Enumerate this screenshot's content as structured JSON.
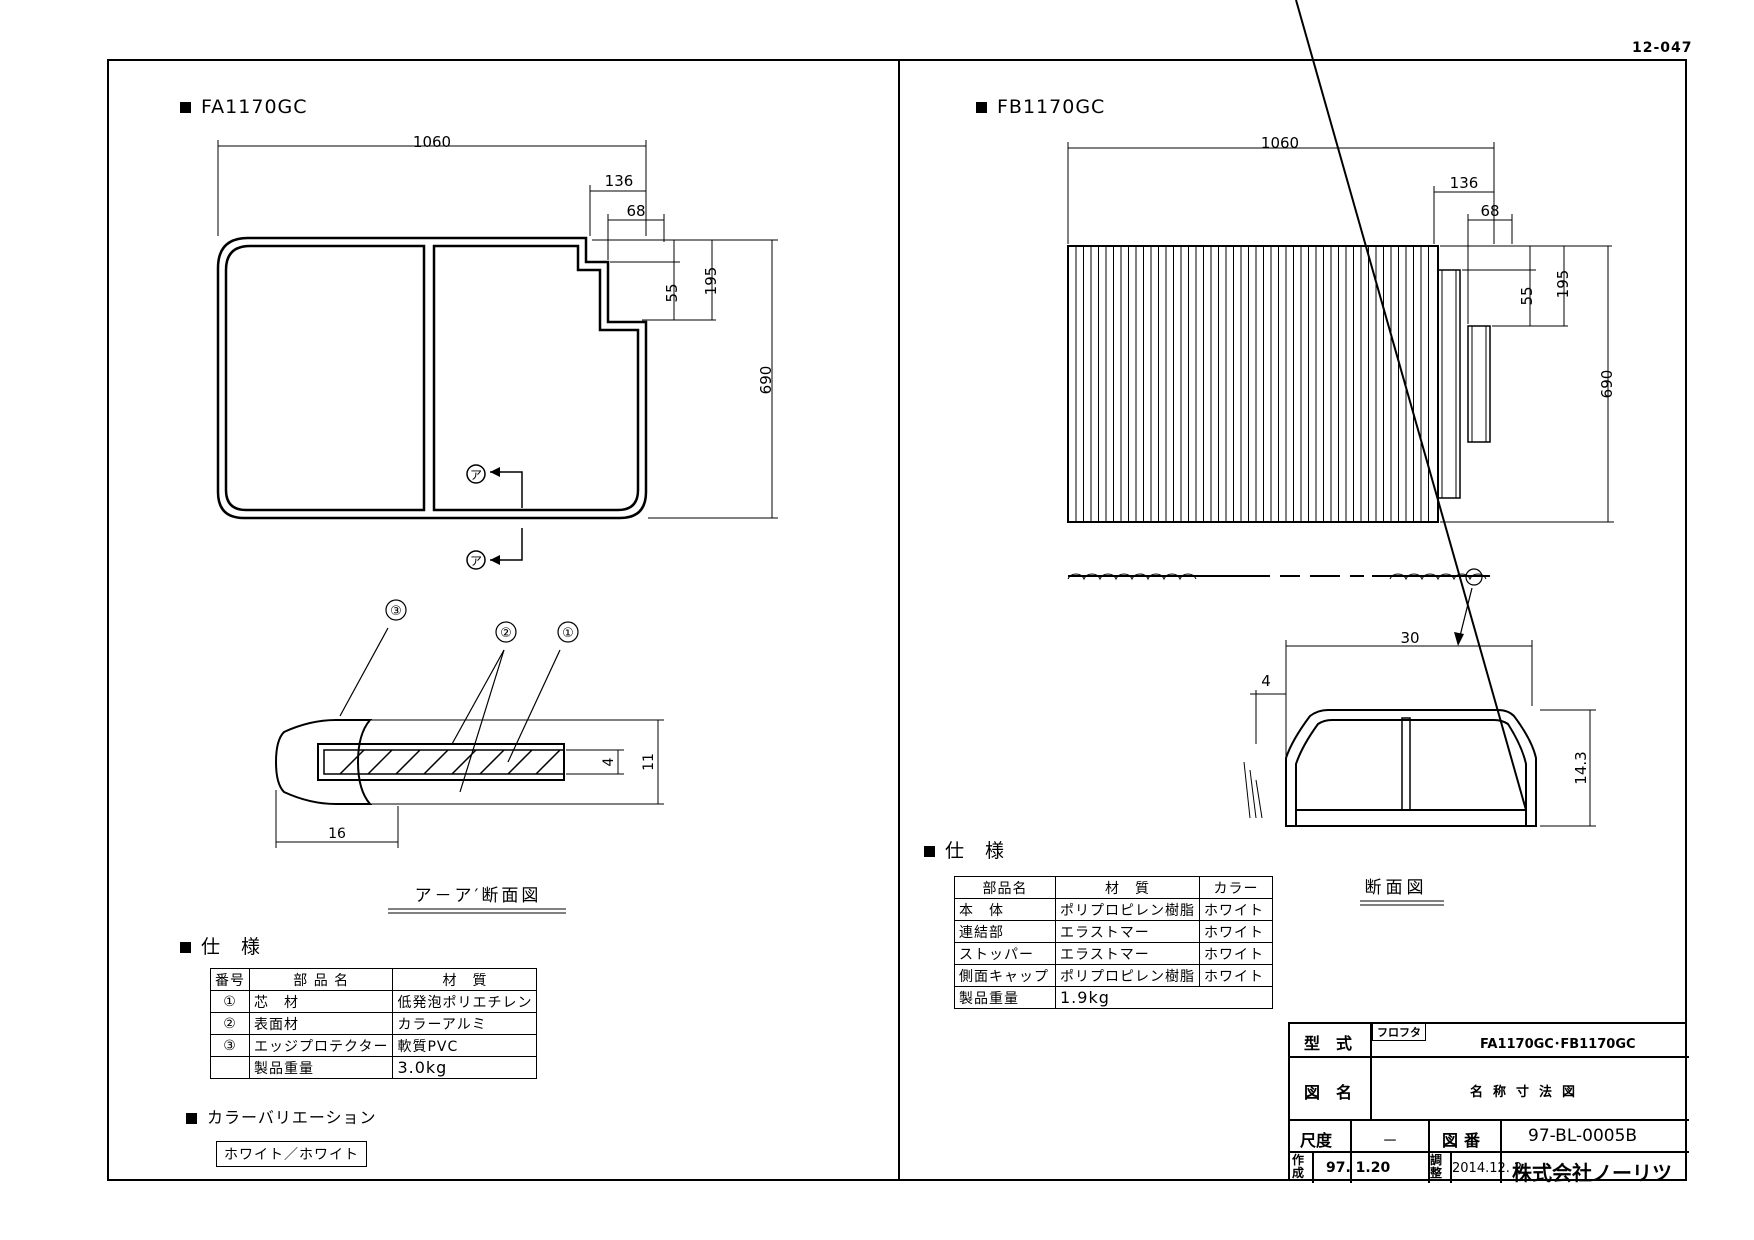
{
  "page_id": "12-047",
  "left": {
    "model": "FA1170GC",
    "dims": {
      "width": "1060",
      "notch_w": "136",
      "notch_inner": "68",
      "notch_h1": "55",
      "notch_h2": "195",
      "height": "690"
    },
    "section_dims": {
      "core": "4",
      "total": "11",
      "edge": "16"
    },
    "callouts": [
      "①",
      "②",
      "③"
    ],
    "section_title": "ア－ア′断面図",
    "spec_title": "仕　様",
    "spec_headers": [
      "番号",
      "部 品 名",
      "材　質"
    ],
    "spec_rows": [
      {
        "no": "①",
        "part": "芯　材",
        "material": "低発泡ポリエチレン"
      },
      {
        "no": "②",
        "part": "表面材",
        "material": "カラーアルミ"
      },
      {
        "no": "③",
        "part": "エッジプロテクター",
        "material": "軟質PVC"
      },
      {
        "no": "",
        "part": "製品重量",
        "material": "3.0kg"
      }
    ],
    "color_title": "カラーバリエーション",
    "color_value": "ホワイト／ホワイト"
  },
  "right": {
    "model": "FB1170GC",
    "dims": {
      "width": "1060",
      "notch_w": "136",
      "notch_inner": "68",
      "notch_h1": "55",
      "notch_h2": "195",
      "height": "690"
    },
    "section_dims": {
      "width": "30",
      "lip": "4",
      "height": "14.3"
    },
    "section_title": "断面図",
    "spec_title": "仕　様",
    "spec_headers": [
      "部品名",
      "材　質",
      "カラー"
    ],
    "spec_rows": [
      {
        "part": "本　体",
        "material": "ポリプロピレン樹脂",
        "color": "ホワイト"
      },
      {
        "part": "連結部",
        "material": "エラストマー",
        "color": "ホワイト"
      },
      {
        "part": "ストッパー",
        "material": "エラストマー",
        "color": "ホワイト"
      },
      {
        "part": "側面キャップ",
        "material": "ポリプロピレン樹脂",
        "color": "ホワイト"
      },
      {
        "part": "製品重量",
        "material": "1.9kg",
        "color": ""
      }
    ]
  },
  "title_block": {
    "type_label": "型　式",
    "type_tag": "フロフタ",
    "type_value": "FA1170GC･FB1170GC",
    "name_label": "図　名",
    "name_value": "名称寸法図",
    "scale_label": "尺度",
    "scale_value": "－",
    "number_label": "図番",
    "number_value": "97-BL-0005B",
    "created_label": "作成",
    "created_value": "97. 1.20",
    "revised_label": "調整",
    "revised_value": "2014.12. 2",
    "company": "株式会社ノーリツ"
  }
}
